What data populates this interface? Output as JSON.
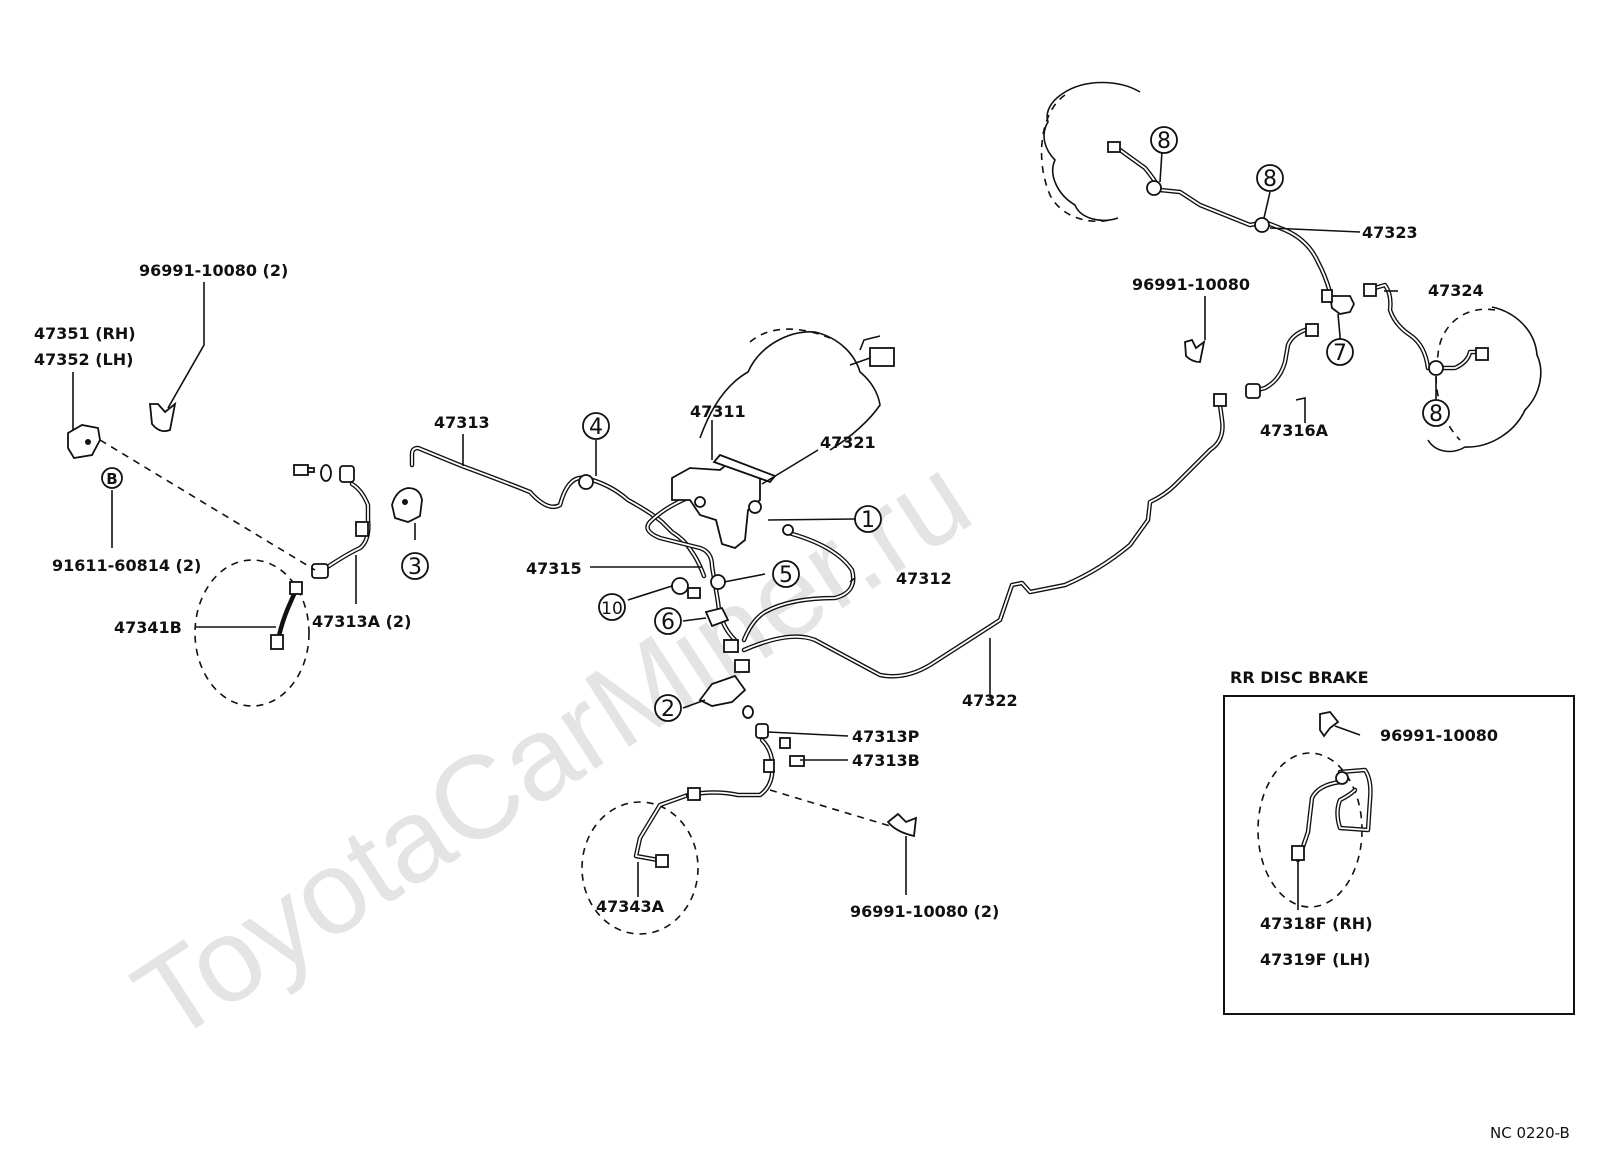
{
  "watermark": "ToyotaCarMiner.ru",
  "diagram_code": "NC 0220-B",
  "inset_title": "RR DISC BRAKE",
  "callouts": {
    "c1": "1",
    "c2": "2",
    "c3": "3",
    "c4": "4",
    "c5": "5",
    "c6": "6",
    "c7": "7",
    "c8a": "8",
    "c8b": "8",
    "c8c": "8",
    "c10": "10",
    "cB": "B"
  },
  "labels": {
    "p96991_left": "96991-10080 (2)",
    "p47351": "47351 (RH)",
    "p47352": "47352 (LH)",
    "p91611": "91611-60814 (2)",
    "p47341B": "47341B",
    "p47313A": "47313A (2)",
    "p47313": "47313",
    "p47311": "47311",
    "p47321": "47321",
    "p47315": "47315",
    "p47312": "47312",
    "p47322": "47322",
    "p47313P": "47313P",
    "p47313B": "47313B",
    "p47343A": "47343A",
    "p96991_bottom": "96991-10080 (2)",
    "p96991_mid": "96991-10080",
    "p47323": "47323",
    "p47324": "47324",
    "p47316A": "47316A",
    "p96991_inset": "96991-10080",
    "p47318F": "47318F (RH)",
    "p47319F": "47319F (LH)"
  }
}
